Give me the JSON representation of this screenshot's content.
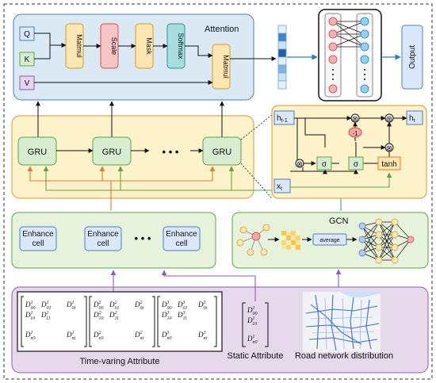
{
  "attention": {
    "title": "Attention",
    "inputs": [
      "Q",
      "K",
      "V"
    ],
    "ops": [
      "Matmul",
      "Scale",
      "Mask",
      "Softmax",
      "Matmul"
    ]
  },
  "output_label": "Output",
  "gru": {
    "cells": [
      "GRU",
      "GRU",
      "GRU"
    ],
    "ellipsis": "• • •"
  },
  "gru_detail": {
    "h_prev": "h",
    "h_prev_sub": "t-1",
    "h_out": "h",
    "h_out_sub": "t",
    "x_in": "x",
    "x_sub": "t",
    "sigma": "σ",
    "tanh": "tanh",
    "minus_one": "-1",
    "times": "⊗",
    "plus": "⊕"
  },
  "enhance": {
    "cells": [
      "Enhance\ncell",
      "Enhance\ncell",
      "Enhance\ncell"
    ],
    "ellipsis": "• • •"
  },
  "gcn": {
    "title": "GCN",
    "average_label": "average"
  },
  "inputs_panel": {
    "time_varying_label": "Time-varing Attribute",
    "static_label": "Static Attribute",
    "road_label": "Road network distribution"
  },
  "colors": {
    "attention_bg": "#dbe9f5",
    "gru_bg": "#fdf2c9",
    "enhance_bg": "#e7f2dd",
    "input_bg": "#e6d9ec",
    "arrow_purple": "#8e5bb8",
    "arrow_orange": "#e07b28",
    "arrow_green": "#5ba447",
    "arrow_blue": "#2b7cc6"
  }
}
